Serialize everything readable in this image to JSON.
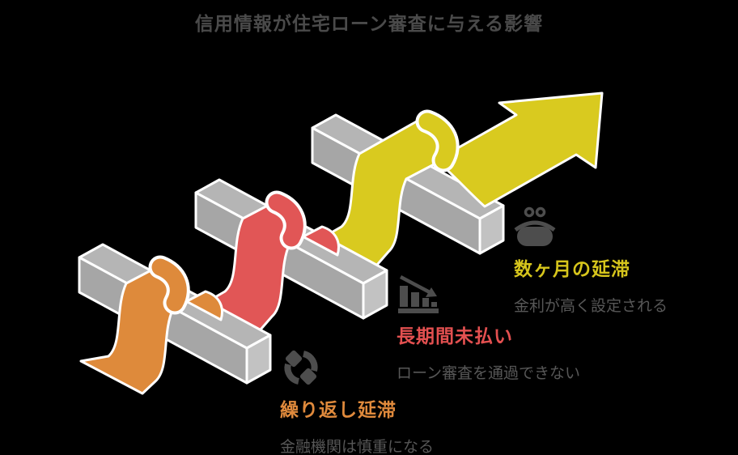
{
  "title": "信用情報が住宅ローン審査に与える影響",
  "groups": [
    {
      "icon": "repeat-arrows",
      "heading": "繰り返し延滞",
      "description": "金融機関は慎重になる",
      "accent": "#e08a3c"
    },
    {
      "icon": "declining-chart",
      "heading": "長期間未払い",
      "description": "ローン審査を通過できない",
      "accent": "#e35050"
    },
    {
      "icon": "coin-purse",
      "heading": "数ヶ月の延滞",
      "description": "金利が高く設定される",
      "accent": "#d6c51c"
    }
  ],
  "colors": {
    "background": "#000000",
    "title_text": "#4a4a4a",
    "body_text": "#575757",
    "icon_gray": "#4d4d4d",
    "ribbon_orange": "#de8a3b",
    "ribbon_red": "#e15656",
    "ribbon_yellow": "#d9ca1f",
    "bar_top": "#b5b5b5",
    "bar_front": "#a6a6a6",
    "bar_end": "#c2c2c2",
    "outline": "#ffffff"
  }
}
